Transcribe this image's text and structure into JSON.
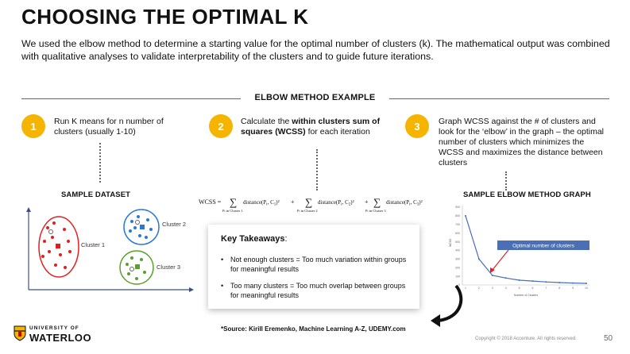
{
  "slide": {
    "title": "CHOOSING THE OPTIMAL K",
    "intro": "We used the elbow method to determine a starting value for the optimal number of clusters (k). The mathematical output was combined with qualitative analyses to validate interpretability of the clusters and to guide future iterations.",
    "section_heading": "ELBOW METHOD EXAMPLE"
  },
  "steps": [
    {
      "number": "1",
      "text": "Run K means for n number of clusters (usually 1-10)"
    },
    {
      "number": "2",
      "text_before": "Calculate the ",
      "text_bold": "within clusters sum of squares (WCSS)",
      "text_after": " for each iteration"
    },
    {
      "number": "3",
      "text": "Graph WCSS against the # of clusters and look for the ‘elbow’ in the graph – the optimal number of clusters which minimizes the WCSS and maximizes the distance between clusters"
    }
  ],
  "sample_dataset": {
    "label": "SAMPLE DATASET",
    "clusters": [
      "Cluster 1",
      "Cluster 2",
      "Cluster 3"
    ]
  },
  "formula": {
    "lhs": "WCSS =",
    "terms": [
      {
        "expr": "distance(P",
        "sub": "i",
        "expr2": ", C",
        "sub2": "1",
        "expr3": ")²",
        "under": "P",
        "under_sub": "i",
        "under_rest": " in Cluster 1"
      },
      {
        "expr": "distance(P",
        "sub": "i",
        "expr2": ", C",
        "sub2": "2",
        "expr3": ")²",
        "under": "P",
        "under_sub": "i",
        "under_rest": " in Cluster 2"
      },
      {
        "expr": "distance(P",
        "sub": "i",
        "expr2": ", C",
        "sub2": "3",
        "expr3": ")²",
        "under": "P",
        "under_sub": "i",
        "under_rest": " in Cluster 3"
      }
    ]
  },
  "takeaways": {
    "heading": "Key Takeaways",
    "colon": ":",
    "items": [
      "Not enough clusters = Too much variation within groups for meaningful results",
      "Too many clusters = Too much overlap between groups for meaningful results"
    ]
  },
  "elbow_graph": {
    "label": "SAMPLE ELBOW METHOD GRAPH",
    "annotation": "Optimal number of clusters",
    "xlabel": "Number of Clusters",
    "ylabel": "WCSS",
    "y_ticks": [
      "0",
      "100",
      "200",
      "300",
      "400",
      "500",
      "600",
      "700",
      "800",
      "900"
    ],
    "x_ticks": [
      "1",
      "2",
      "3",
      "4",
      "5",
      "6",
      "7",
      "8",
      "9",
      "10"
    ],
    "values": [
      800,
      300,
      110,
      80,
      55,
      45,
      35,
      28,
      22,
      18
    ],
    "line_color": "#4a6fb5",
    "annotation_color": "#4a6fb5",
    "arrow_color": "#e02020"
  },
  "footer": {
    "source": "*Source: Kirill Eremenko, Machine Learning A-Z, UDEMY.com",
    "logo_top": "UNIVERSITY OF",
    "logo_bottom": "WATERLOO",
    "copyright": "Copyright © 2018 Accenture. All rights reserved.",
    "page_number": "50"
  },
  "colors": {
    "accent": "#f4b400",
    "cluster1": "#e02020",
    "cluster2": "#2a7ad2",
    "cluster3": "#5aa02c"
  }
}
